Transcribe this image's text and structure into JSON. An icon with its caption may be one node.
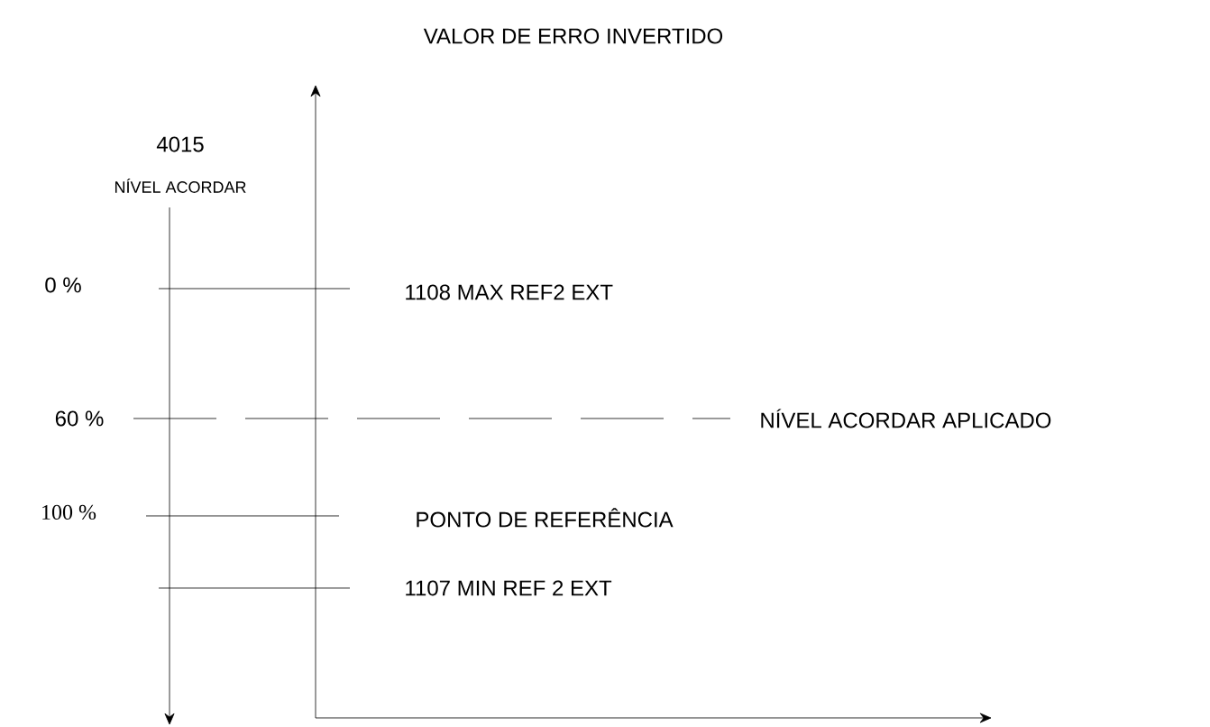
{
  "diagram": {
    "labels": [
      "VALOR DE ERRO INVERTIDO",
      "4015",
      "NÍVEL ACORDAR",
      "0 %",
      "1108 MAX REF2 EXT",
      "60 %",
      "NÍVEL ACORDAR APLICADO",
      "100 %",
      "PONTO DE REFERÊNCIA",
      "1107 MIN REF 2 EXT"
    ]
  }
}
